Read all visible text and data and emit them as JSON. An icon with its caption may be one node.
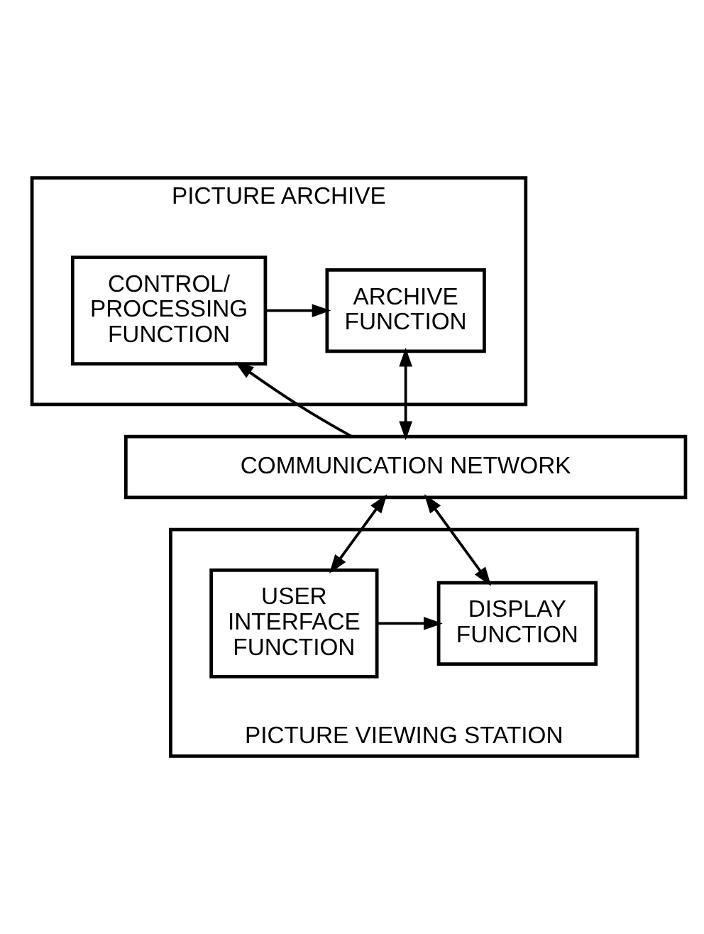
{
  "diagram": {
    "nodes": [
      {
        "text": [
          "PICTURE ARCHIVE"
        ]
      },
      {
        "text": [
          "CONTROL/ PROCESSING FUNCTION"
        ],
        "in": 0
      },
      {
        "text": [
          "ARCHIVE FUNCTION"
        ],
        "in": 0
      },
      {
        "text": [
          "COMMUNICATION NETWORK"
        ]
      },
      {
        "text": [
          "PICTURE VIEWING STATION"
        ]
      },
      {
        "text": [
          "USER INTERFACE FUNCTION"
        ],
        "in": 4
      },
      {
        "text": [
          "DISPLAY FUNCTION"
        ],
        "in": 4
      }
    ],
    "edges": [
      {
        "from": 1,
        "to": 2,
        "arrow": "to"
      },
      {
        "from": 3,
        "to": 1,
        "arrow": "to"
      },
      {
        "from": 2,
        "to": 3,
        "arrow": "both"
      },
      {
        "from": 3,
        "to": 5,
        "arrow": "both"
      },
      {
        "from": 3,
        "to": 6,
        "arrow": "both"
      },
      {
        "from": 5,
        "to": 6,
        "arrow": "to"
      }
    ]
  }
}
